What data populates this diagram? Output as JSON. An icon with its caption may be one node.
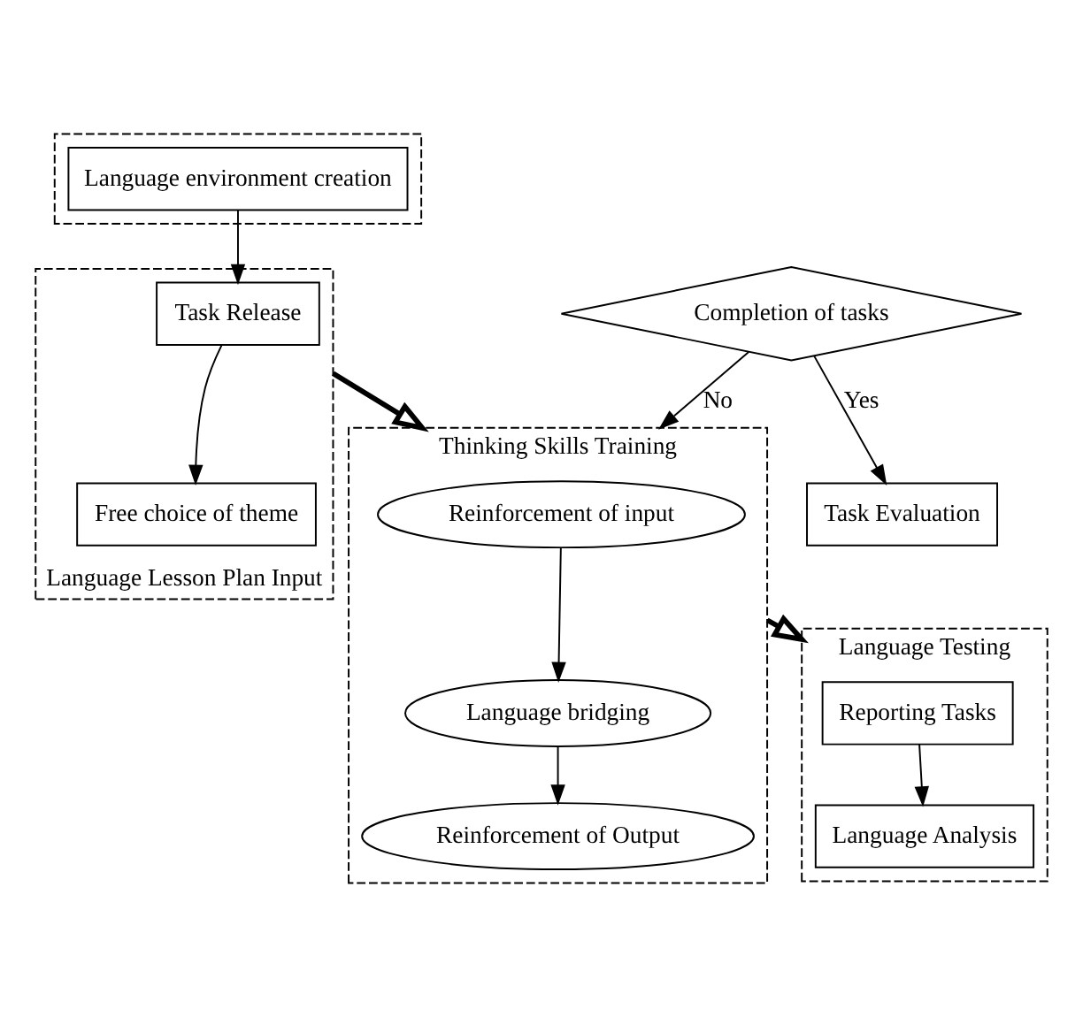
{
  "diagram": {
    "nodes": [
      {
        "text": [],
        "shape": "box"
      },
      {
        "text": [
          "Language environment creation"
        ],
        "in": 0
      },
      {
        "text": [
          "Language Lesson Plan Input"
        ]
      },
      {
        "text": [
          "Task Release"
        ],
        "in": 2
      },
      {
        "text": [
          "Free choice of theme"
        ],
        "in": 2
      },
      {
        "text": [
          "Task Evaluation"
        ]
      },
      {
        "text": [
          "Completion of tasks"
        ]
      },
      {
        "text": [
          "Thinking Skills Training"
        ]
      },
      {
        "text": [
          "Reinforcement of input"
        ],
        "in": 7
      },
      {
        "text": [
          "Language bridging"
        ],
        "in": 7
      },
      {
        "text": [
          "Reinforcement of Output"
        ],
        "in": 7
      },
      {
        "text": [
          "Language Testing"
        ]
      },
      {
        "text": [
          "Reporting Tasks"
        ],
        "in": 11
      },
      {
        "text": [
          "Language Analysis"
        ],
        "in": 11
      }
    ],
    "edges": [
      {
        "from": 1,
        "to": 3,
        "arrow": "to"
      },
      {
        "from": 3,
        "to": 4,
        "arrow": "to"
      },
      {
        "from": 6,
        "to": 5,
        "arrow": "to",
        "label": "Yes"
      },
      {
        "from": 6,
        "to": 7,
        "arrow": "to",
        "label": "No"
      },
      {
        "from": 2,
        "to": 7,
        "arrow": "to",
        "style": "thick"
      },
      {
        "from": 8,
        "to": 9,
        "arrow": "to"
      },
      {
        "from": 9,
        "to": 10,
        "arrow": "to"
      },
      {
        "from": 7,
        "to": 11,
        "arrow": "to",
        "style": "thick"
      },
      {
        "from": 12,
        "to": 13,
        "arrow": "to"
      }
    ]
  }
}
